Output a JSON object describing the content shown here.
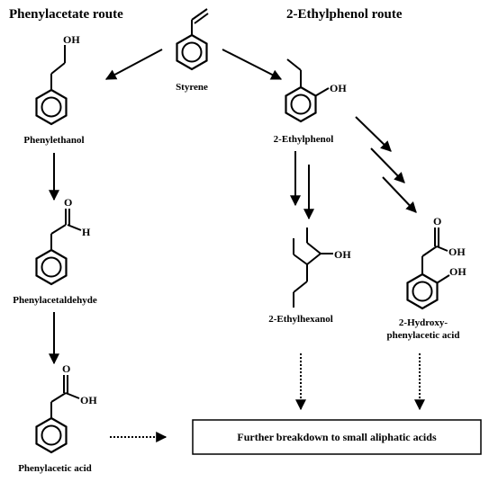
{
  "titles": {
    "left": "Phenylacetate route",
    "right": "2-Ethylphenol route"
  },
  "compounds": {
    "styrene": "Styrene",
    "phenylethanol": "Phenylethanol",
    "phenylacetaldehyde": "Phenylacetaldehyde",
    "phenylacetic_acid": "Phenylacetic acid",
    "ethylphenol": "2-Ethylphenol",
    "ethylhexanol": "2-Ethylhexanol",
    "hydroxyphenylacetic_line1": "2-Hydroxy-",
    "hydroxyphenylacetic_line2": "phenylacetic acid"
  },
  "atoms": {
    "oh": "OH",
    "o": "O",
    "h": "H"
  },
  "final_box": "Further breakdown to small aliphatic acids"
}
